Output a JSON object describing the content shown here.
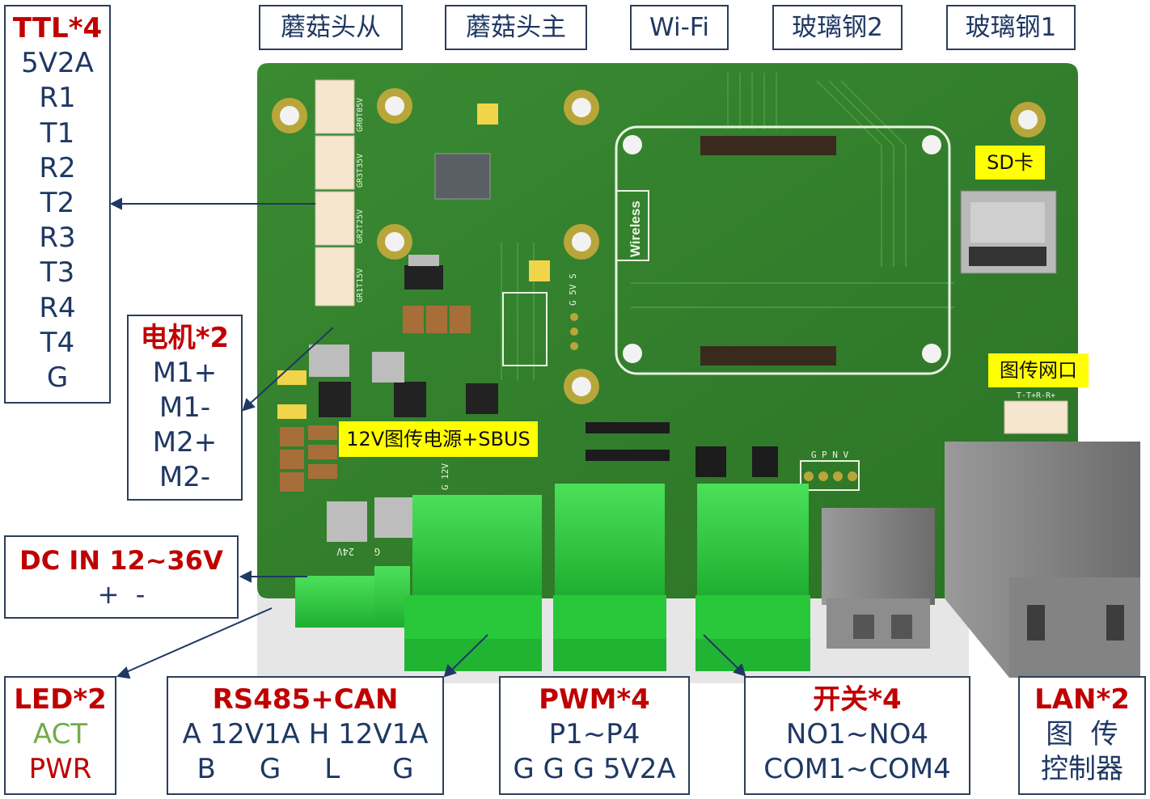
{
  "top_labels": [
    "蘑菇头从",
    "蘑菇头主",
    "Wi-Fi",
    "玻璃钢2",
    "玻璃钢1"
  ],
  "ttl": {
    "title": "TTL*4",
    "lines": [
      "5V2A",
      "R1",
      "T1",
      "R2",
      "T2",
      "R3",
      "T3",
      "R4",
      "T4",
      "G"
    ]
  },
  "motor": {
    "title": "电机*2",
    "lines": [
      "M1+",
      "M1-",
      "M2+",
      "M2-"
    ]
  },
  "dc_in": {
    "title": "DC IN 12~36V",
    "line": "+  -"
  },
  "led": {
    "title": "LED*2",
    "act": "ACT",
    "pwr": "PWR"
  },
  "rs485": {
    "title": "RS485+CAN",
    "line1": "A 12V1A H 12V1A",
    "line2": "B     G     L      G"
  },
  "pwm": {
    "title": "PWM*4",
    "line1": "P1~P4",
    "line2": "G G G 5V2A"
  },
  "switch": {
    "title": "开关*4",
    "line1": "NO1~NO4",
    "line2": "COM1~COM4"
  },
  "lan": {
    "title": "LAN*2",
    "line1": "图  传",
    "line2": "控制器"
  },
  "board_labels": {
    "sd": "SD卡",
    "video_port": "图传网口",
    "power_sbus": "12V图传电源+SBUS",
    "wireless": "Wireless",
    "pin_24v": "24V",
    "pin_g": "G",
    "pin_12v": "G 12V",
    "gpnv": "G P N V",
    "g5vs": "G 5V S",
    "ttl_silk": [
      "GR0T05V",
      "GR3T35V",
      "GR2T25V",
      "GR1T15V"
    ],
    "video_silk": "T-T+R-R+"
  },
  "colors": {
    "pcb": "#2f7d2a",
    "terminal": "#2ecc40",
    "title_red": "#c00000",
    "text_blue": "#1f3864",
    "act_green": "#70ad47",
    "highlight": "#ffff00"
  }
}
